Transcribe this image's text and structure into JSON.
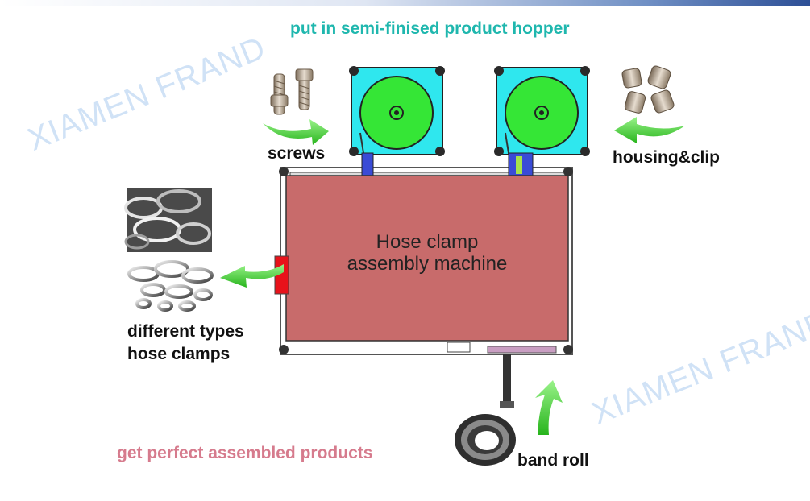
{
  "header": {
    "title": "put in semi-finised product hopper"
  },
  "machine": {
    "line1": "Hose  clamp",
    "line2": "assembly machine"
  },
  "inputs": {
    "screws_label": "screws",
    "housing_label": "housing&clip",
    "band_label": "band roll"
  },
  "output": {
    "line1": "different types",
    "line2": "hose clamps"
  },
  "footer": {
    "text": "get perfect assembled products"
  },
  "watermark": {
    "text": "XIAMEN FRAND"
  },
  "colors": {
    "title_teal": "#1fb7ae",
    "footer_pink": "#d67b8d",
    "machine_body": "#c86b6b",
    "hopper_cyan": "#2fe7ee",
    "disc_green": "#35e636",
    "arrow_green": "#3fcf2e",
    "exit_red": "#e8121a"
  }
}
